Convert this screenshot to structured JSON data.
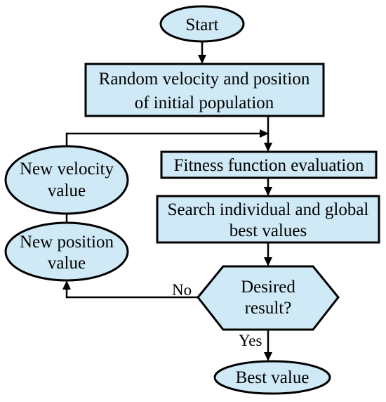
{
  "colors": {
    "node_fill": "#cfe9f6",
    "stroke": "#000000",
    "background": "#ffffff"
  },
  "nodes": {
    "start": {
      "label": "Start"
    },
    "init": {
      "line1": "Random velocity and position",
      "line2": "of initial population"
    },
    "fitness": {
      "label": "Fitness function evaluation"
    },
    "search": {
      "line1": "Search individual and global",
      "line2": "best values"
    },
    "decision": {
      "line1": "Desired",
      "line2": "result?"
    },
    "velocity": {
      "line1": "New velocity",
      "line2": "value"
    },
    "position": {
      "line1": "New position",
      "line2": "value"
    },
    "best": {
      "label": "Best value"
    }
  },
  "edges": {
    "no_label": "No",
    "yes_label": "Yes"
  }
}
